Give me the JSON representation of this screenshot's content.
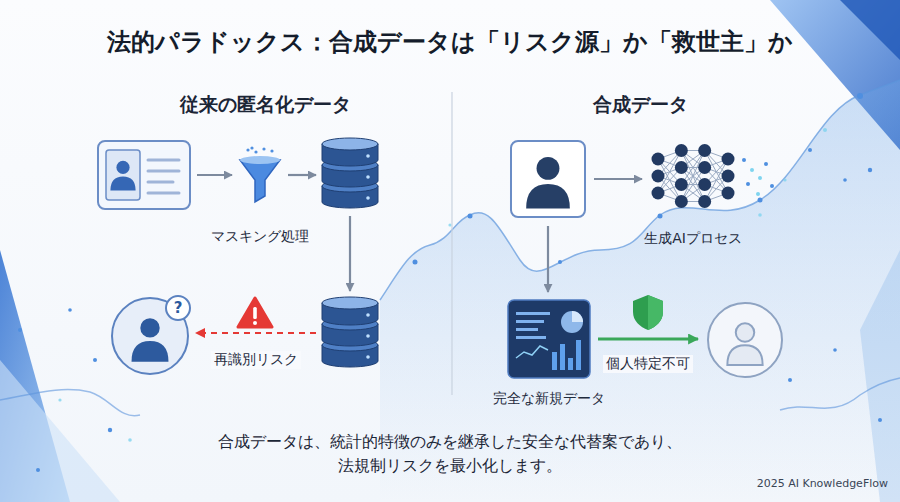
{
  "diagram": {
    "title": "法的パラドックス：合成データは「リスク源」か「救世主」か",
    "caption": "合成データは、統計的特徴のみを継承した安全な代替案であり、 法規制リスクを最小化します。",
    "nodes": [
      {
        "text": []
      },
      {
        "text": [
          "マスキング処理"
        ]
      },
      {
        "text": []
      },
      {
        "text": []
      },
      {
        "text": [
          "?"
        ]
      },
      {
        "text": []
      },
      {
        "text": [
          "生成AIプロセス"
        ]
      },
      {
        "text": [
          "完全な新規データ"
        ]
      },
      {
        "text": []
      }
    ],
    "edges": [
      {
        "from": 0,
        "to": 1,
        "arrow": "to"
      },
      {
        "from": 1,
        "to": 2,
        "arrow": "to"
      },
      {
        "from": 2,
        "to": 3,
        "arrow": "to"
      },
      {
        "from": 3,
        "to": 4,
        "label": "再識別リスク",
        "arrow": "to"
      },
      {
        "from": 5,
        "to": 6,
        "arrow": "to"
      },
      {
        "from": 5,
        "to": 7,
        "arrow": "to"
      },
      {
        "from": 7,
        "to": 8,
        "label": "個人特定不可",
        "arrow": "to"
      }
    ],
    "labels": [
      "従来の匿名化データ",
      "合成データ",
      "2025 AI KnowledgeFlow"
    ]
  }
}
